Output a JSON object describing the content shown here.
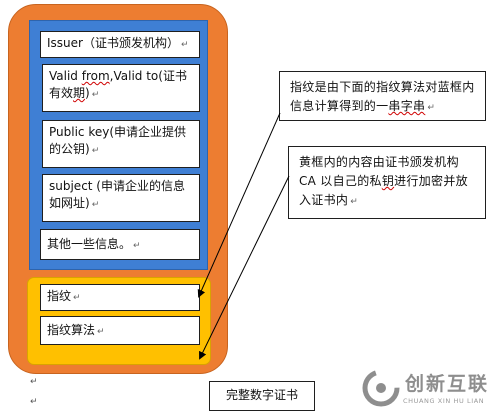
{
  "certificate": {
    "blue_items": [
      {
        "text": "Issuer（证书颁发机构）"
      },
      {
        "text_pre": "Valid ",
        "text_sq1": "from",
        "text_mid": ",Valid to(证书有效",
        "text_sq2": "期",
        "text_post": ")"
      },
      {
        "text": "Public key(申请企业提供的公钥)"
      },
      {
        "text": "subject (申请企业的信息如网址)"
      },
      {
        "text": "其他一些信息。"
      }
    ],
    "yellow_items": [
      {
        "text": "指纹"
      },
      {
        "text": "指纹算法"
      }
    ],
    "caption": "完整数字证书"
  },
  "notes": {
    "fingerprint_note": {
      "pre": "指纹是由下面的指纹算法对蓝框内信息计算得到的一",
      "sq": "串字串",
      "post": ""
    },
    "yellow_note": {
      "pre": "黄框内的内容由证书颁发机构 CA 以自己的私",
      "sq": "钥",
      "post": "进行加密并放入证书内"
    }
  },
  "paragraph_mark": "↵",
  "logo": {
    "title": "创新互联",
    "subtitle": "CHUANG XIN HU LIAN"
  }
}
